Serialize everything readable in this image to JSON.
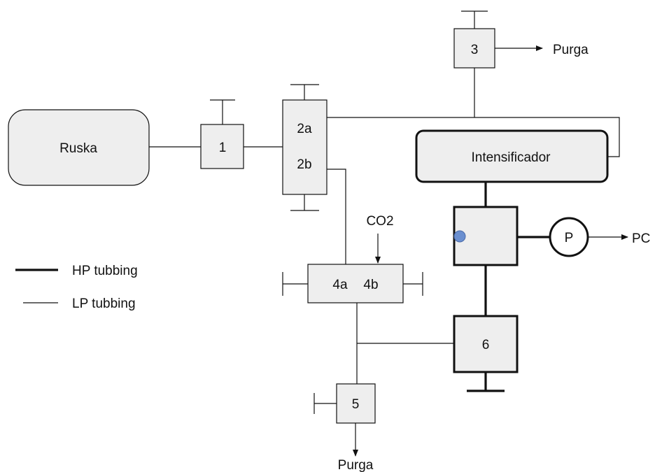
{
  "labels": {
    "ruska": "Ruska",
    "valve1": "1",
    "valve2a": "2a",
    "valve2b": "2b",
    "valve3": "3",
    "purga_top": "Purga",
    "intensificador": "Intensificador",
    "co2": "CO2",
    "valve4a": "4a",
    "valve4b": "4b",
    "pressure": "P",
    "pc": "PC",
    "valve6": "6",
    "valve5": "5",
    "purga_bottom": "Purga"
  },
  "legend": {
    "hp": "HP tubbing",
    "lp": "LP tubbing"
  },
  "colors": {
    "box_fill": "#eeeeee",
    "stroke": "#111111",
    "sensor_dot": "#6a8fd0"
  }
}
